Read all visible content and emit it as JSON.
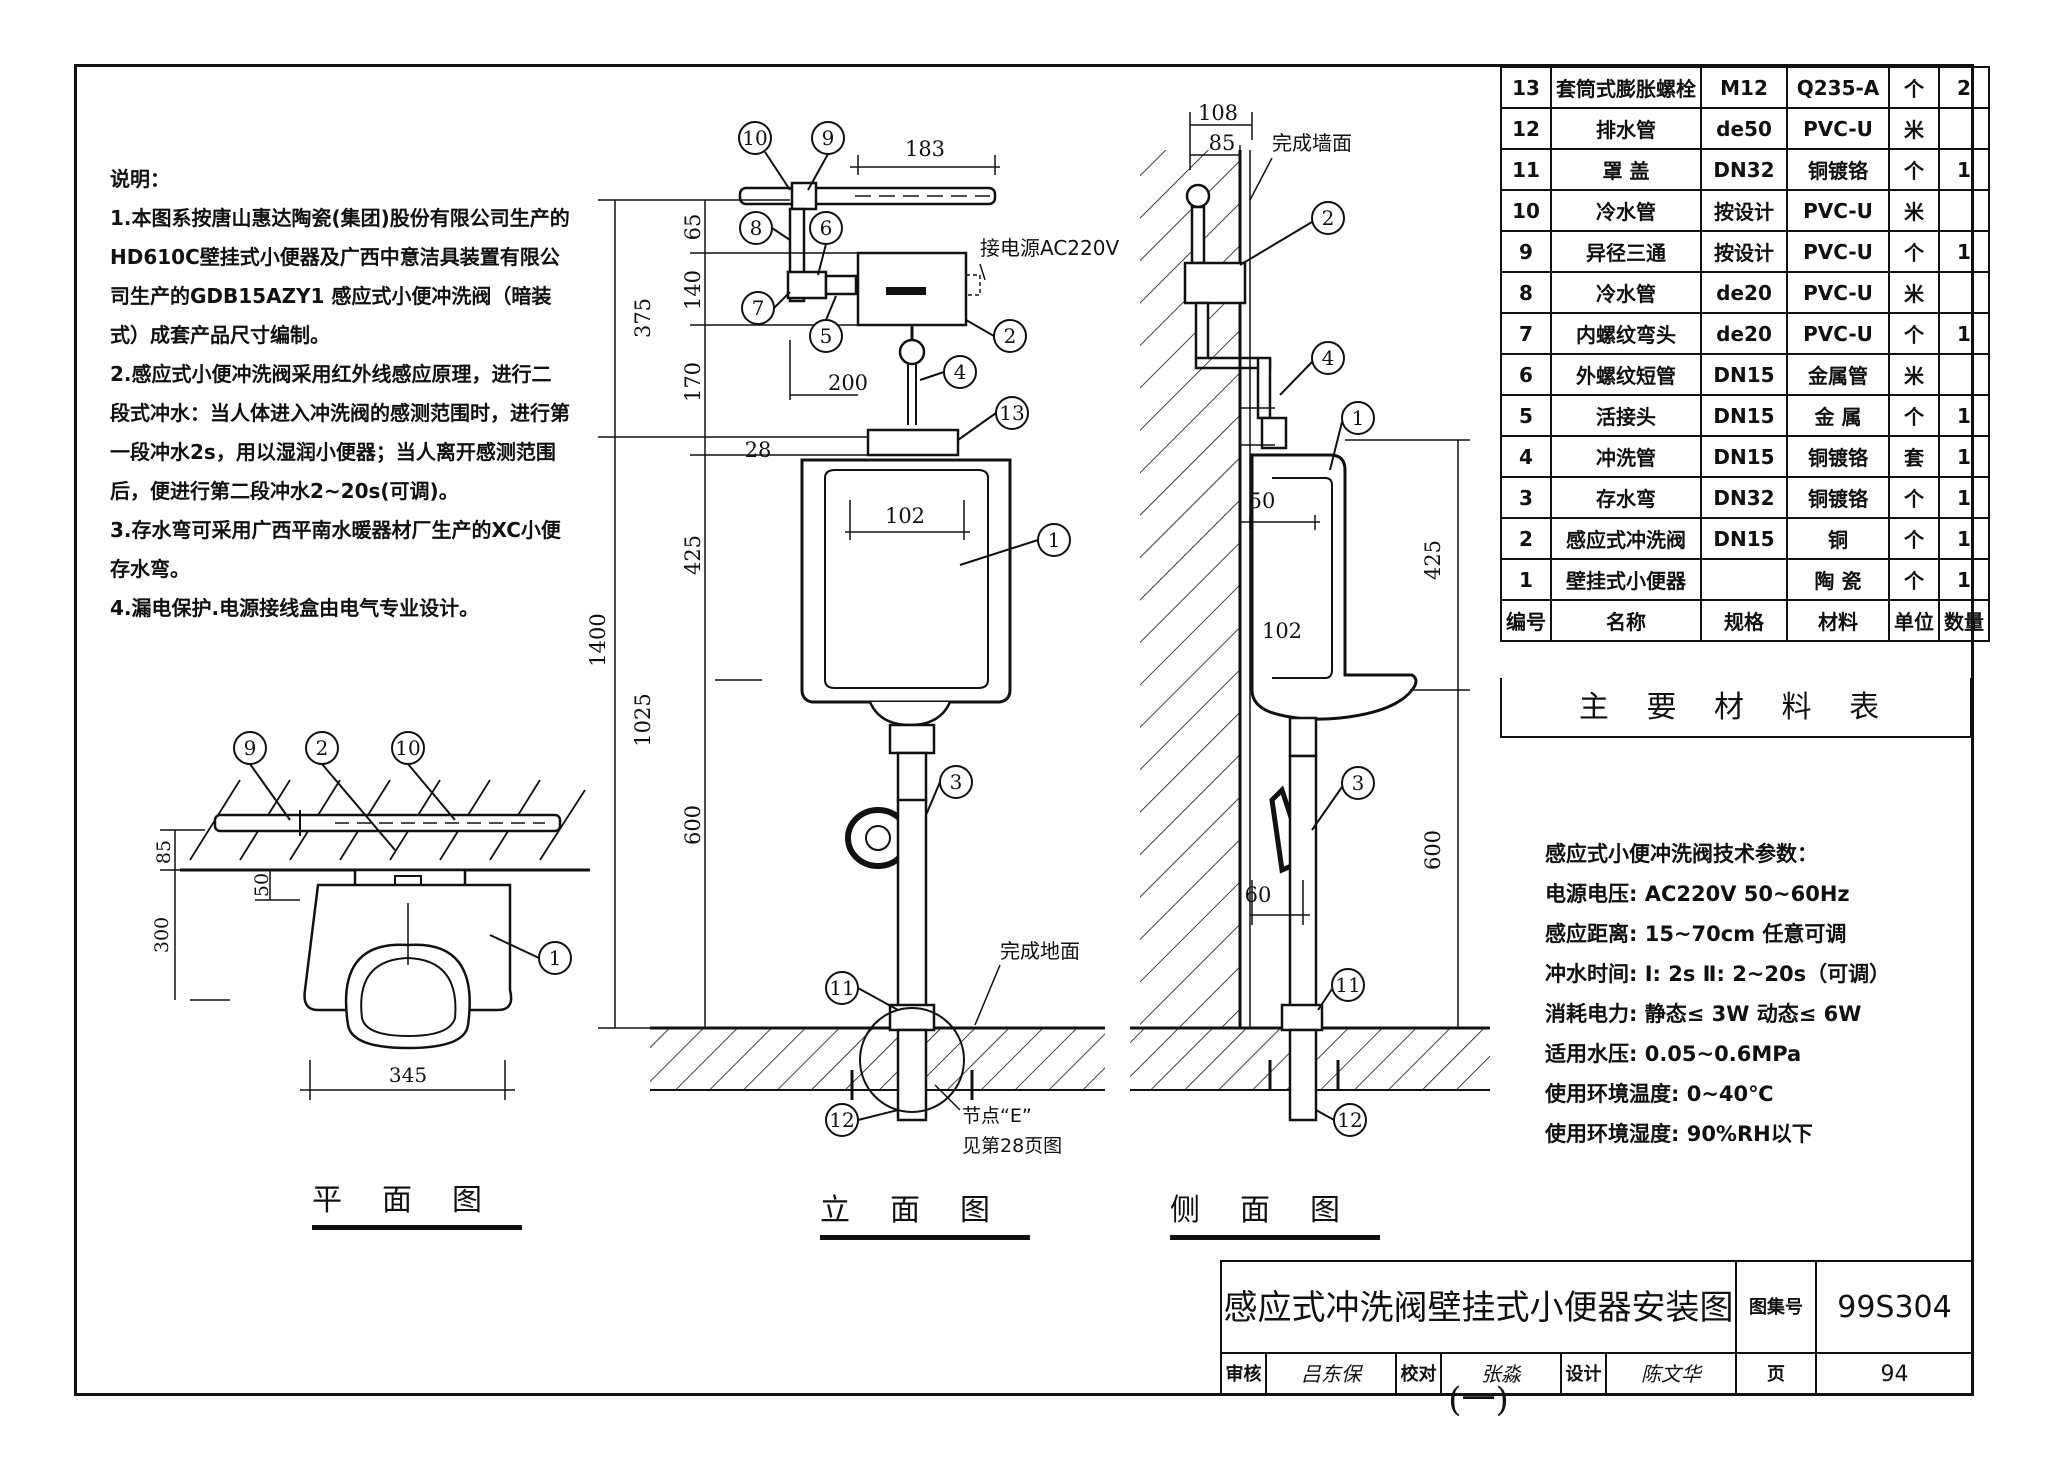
{
  "notes": {
    "heading": "说明：",
    "items": [
      "1.本图系按唐山惠达陶瓷(集团)股份有限公司生产的HD610C壁挂式小便器及广西中意洁具装置有限公司生产的GDB15AZY1 感应式小便冲洗阀（暗装式）成套产品尺寸编制。",
      "2.感应式小便冲洗阀采用红外线感应原理，进行二段式冲水：当人体进入冲洗阀的感测范围时，进行第一段冲水2s，用以湿润小便器；当人离开感测范围后，便进行第二段冲水2~20s(可调)。",
      "3.存水弯可采用广西平南水暖器材厂生产的XC小便存水弯。",
      "4.漏电保护.电源接线盒由电气专业设计。"
    ]
  },
  "bom": {
    "rows": [
      [
        "13",
        "套筒式膨胀螺栓",
        "M12",
        "Q235-A",
        "个",
        "2"
      ],
      [
        "12",
        "排水管",
        "de50",
        "PVC-U",
        "米",
        ""
      ],
      [
        "11",
        "罩 盖",
        "DN32",
        "铜镀铬",
        "个",
        "1"
      ],
      [
        "10",
        "冷水管",
        "按设计",
        "PVC-U",
        "米",
        ""
      ],
      [
        "9",
        "异径三通",
        "按设计",
        "PVC-U",
        "个",
        "1"
      ],
      [
        "8",
        "冷水管",
        "de20",
        "PVC-U",
        "米",
        ""
      ],
      [
        "7",
        "内螺纹弯头",
        "de20",
        "PVC-U",
        "个",
        "1"
      ],
      [
        "6",
        "外螺纹短管",
        "DN15",
        "金属管",
        "米",
        ""
      ],
      [
        "5",
        "活接头",
        "DN15",
        "金 属",
        "个",
        "1"
      ],
      [
        "4",
        "冲洗管",
        "DN15",
        "铜镀铬",
        "套",
        "1"
      ],
      [
        "3",
        "存水弯",
        "DN32",
        "铜镀铬",
        "个",
        "1"
      ],
      [
        "2",
        "感应式冲洗阀",
        "DN15",
        "铜",
        "个",
        "1"
      ],
      [
        "1",
        "壁挂式小便器",
        "",
        "陶 瓷",
        "个",
        "1"
      ]
    ],
    "header": [
      "编号",
      "名称",
      "规格",
      "材料",
      "单位",
      "数量"
    ],
    "caption": "主 要 材 料 表"
  },
  "params": {
    "heading": "感应式小便冲洗阀技术参数：",
    "lines": [
      "电源电压: AC220V 50~60Hz",
      "感应距离: 15~70cm 任意可调",
      "冲水时间: Ⅰ: 2s Ⅱ: 2~20s（可调）",
      "消耗电力: 静态≤ 3W 动态≤ 6W",
      "适用水压: 0.05~0.6MPa",
      "使用环境温度: 0~40℃",
      "使用环境湿度: 90%RH以下"
    ]
  },
  "views": {
    "plan": "平面图",
    "elevation": "立面图",
    "side": "侧面图"
  },
  "plan_dims": {
    "d85": "85",
    "d50": "50",
    "d300": "300",
    "d345": "345"
  },
  "elev_dims": {
    "d183": "183",
    "d65": "65",
    "d140": "140",
    "d375": "375",
    "d170": "170",
    "d200": "200",
    "d28": "28",
    "d102": "102",
    "d425": "425",
    "d1400": "1400",
    "d1025": "1025",
    "d600": "600",
    "power": "接电源AC220V",
    "floor": "完成地面",
    "node1": "节点“E”",
    "node2": "见第28页图"
  },
  "side_dims": {
    "d108": "108",
    "d85": "85",
    "wall": "完成墙面",
    "d50": "50",
    "d102": "102",
    "d425": "425",
    "d600": "600",
    "d60": "60"
  },
  "title_block": {
    "title": "感应式冲洗阀壁挂式小便器安装图(一)",
    "atlas_label": "图集号",
    "atlas_no": "99S304",
    "review_label": "审核",
    "review_sign": "吕东保",
    "check_label": "校对",
    "check_sign": "张淼",
    "design_label": "设计",
    "design_sign": "陈文华",
    "page_label": "页",
    "page_no": "94"
  }
}
